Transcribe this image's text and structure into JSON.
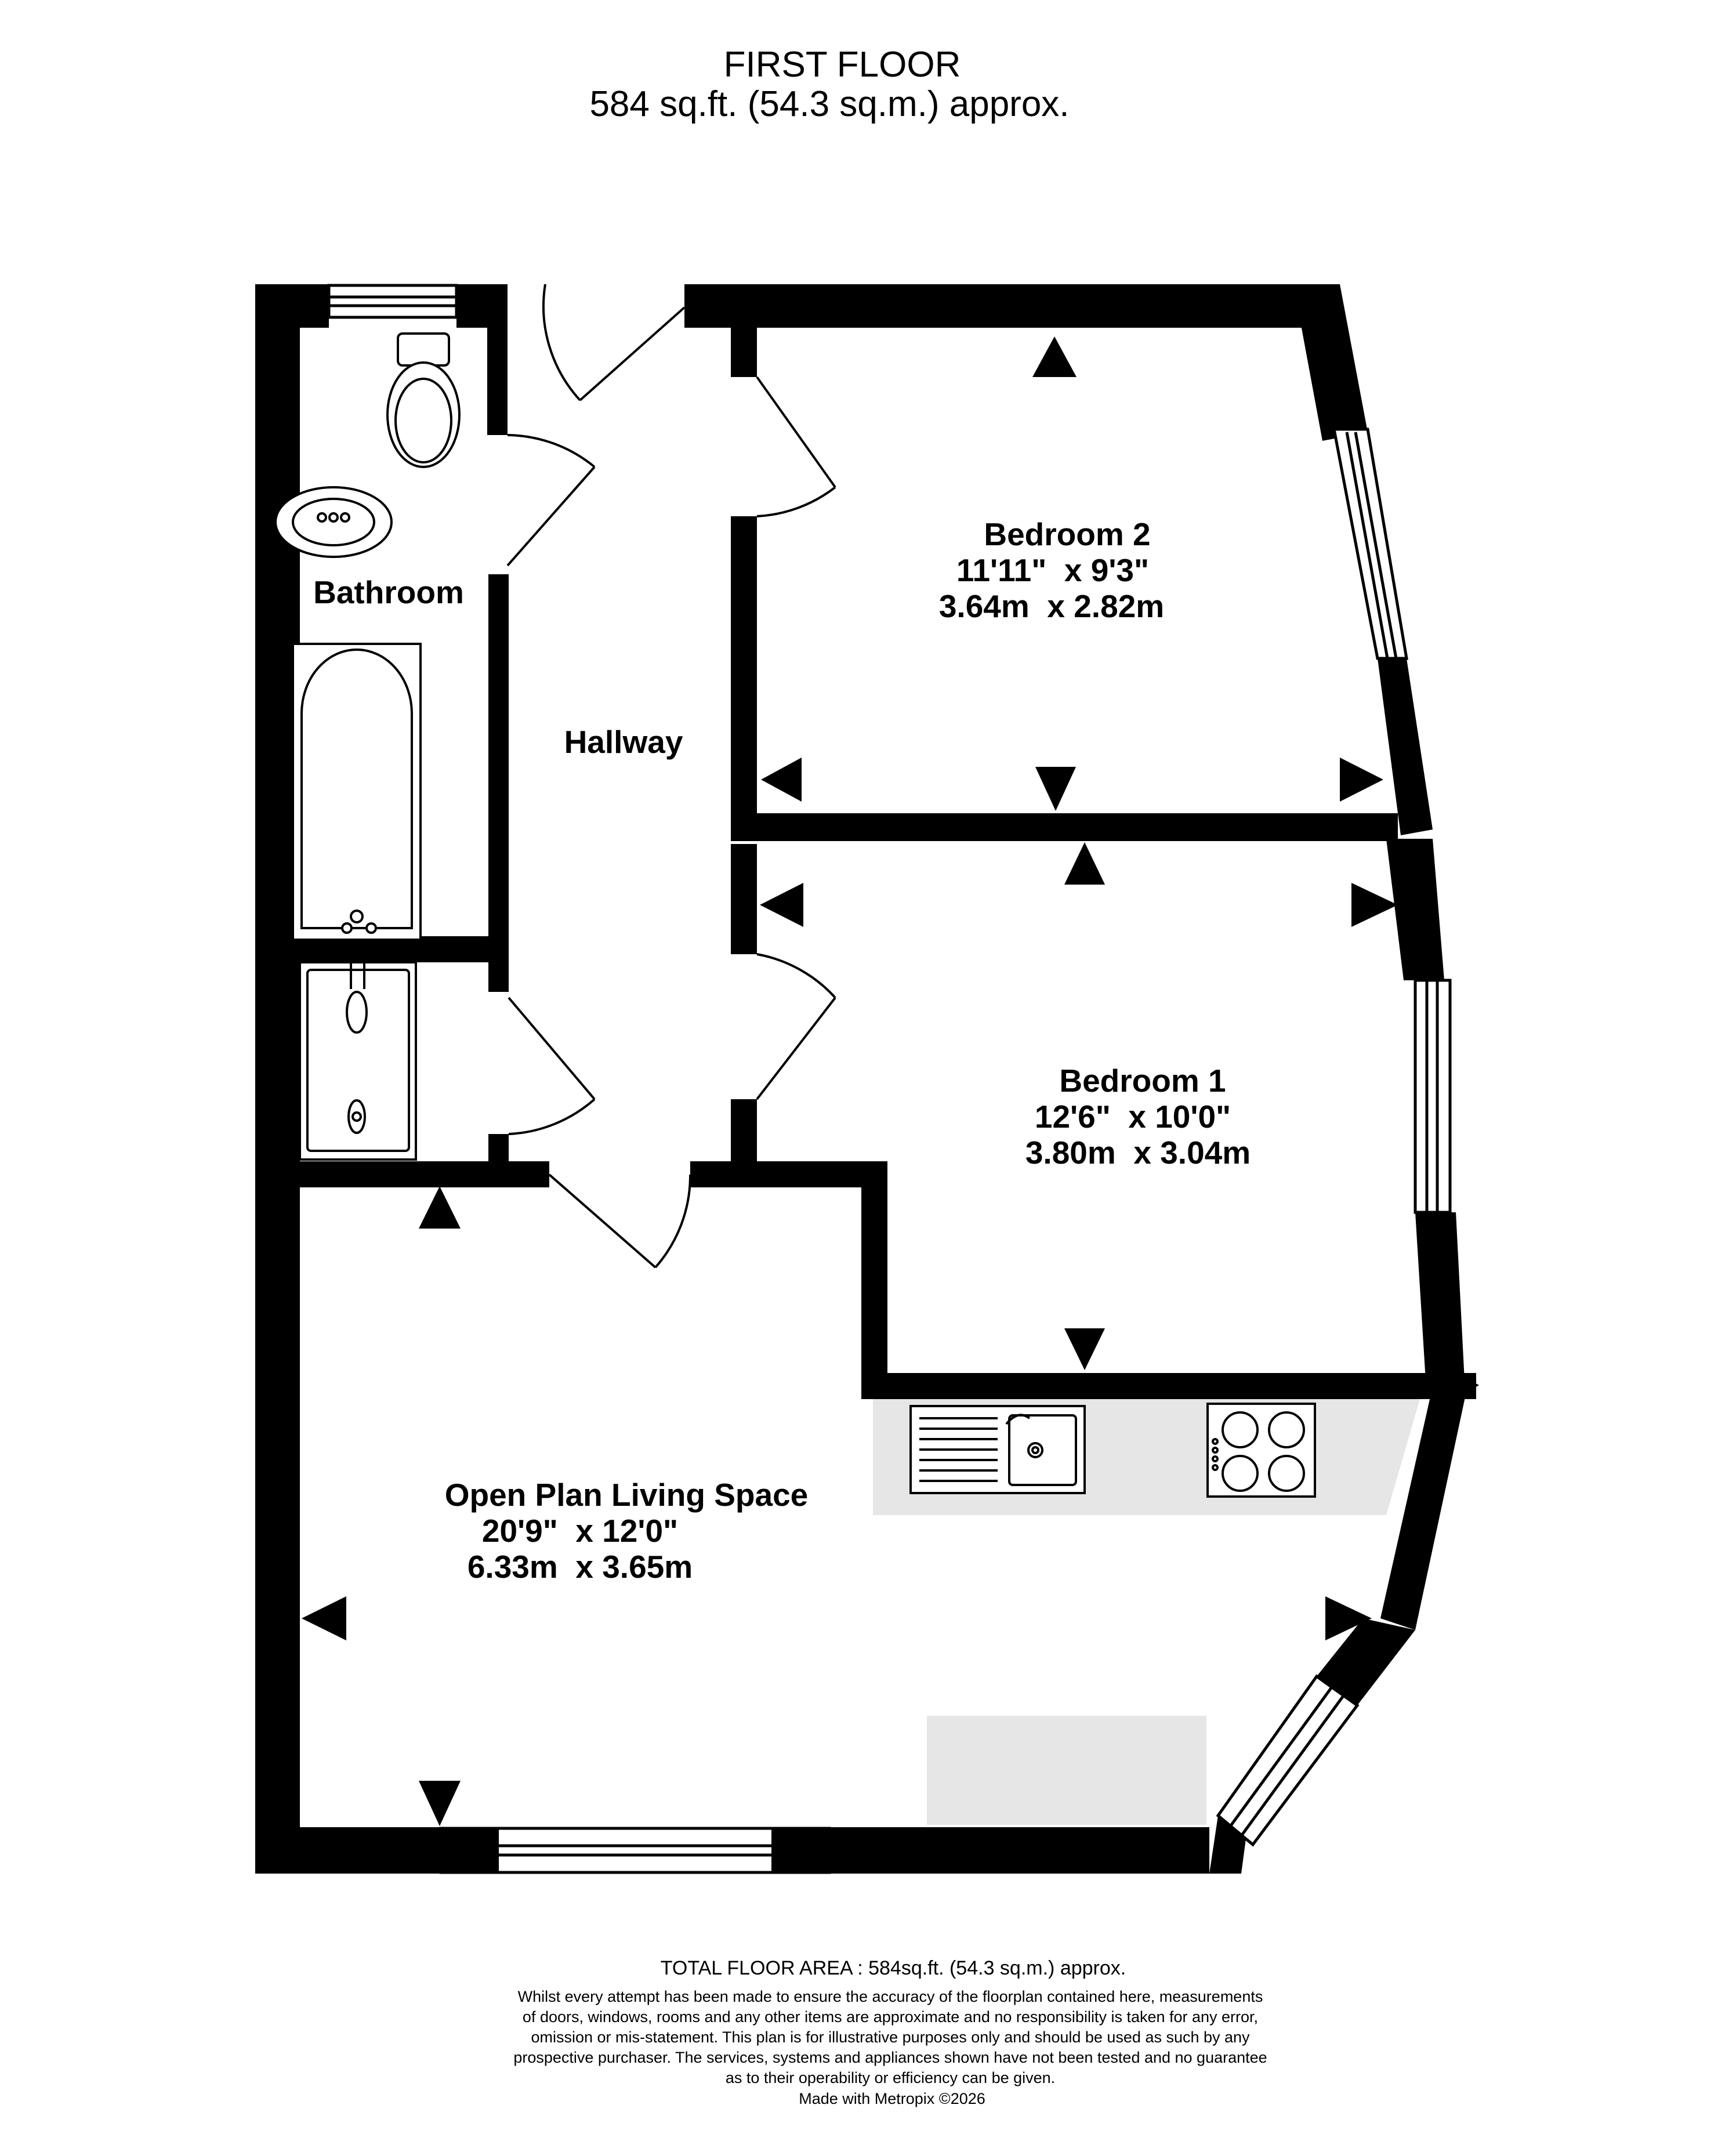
{
  "header": {
    "floor_name": "FIRST FLOOR",
    "floor_area": "584 sq.ft. (54.3 sq.m.) approx."
  },
  "rooms": {
    "bathroom": {
      "name": "Bathroom"
    },
    "hallway": {
      "name": "Hallway"
    },
    "bedroom2": {
      "name": "Bedroom 2",
      "imperial": "11'11\"  x 9'3\"",
      "metric": "3.64m  x 2.82m"
    },
    "bedroom1": {
      "name": "Bedroom 1",
      "imperial": "12'6\"  x 10'0\"",
      "metric": "3.80m  x 3.04m"
    },
    "living": {
      "name": "Open Plan Living Space",
      "imperial": "20'9\"  x 12'0\"",
      "metric": "6.33m  x 3.65m"
    }
  },
  "footer": {
    "total": "TOTAL FLOOR AREA : 584sq.ft. (54.3 sq.m.) approx.",
    "disclaimer": [
      "Whilst every attempt has been made to ensure the accuracy of the floorplan contained here, measurements",
      "of doors, windows, rooms and any other items are approximate and no responsibility is taken for any error,",
      "omission or mis-statement. This plan is for illustrative purposes only and should be used as such by any",
      "prospective purchaser. The services, systems and appliances shown have not been tested and no guarantee",
      "as to their operability or efficiency can be given."
    ],
    "made_with": "Made with Metropix ©2026"
  },
  "colors": {
    "wall": "#000000",
    "fixture_fill": "#e6e6e6",
    "background": "#ffffff"
  }
}
